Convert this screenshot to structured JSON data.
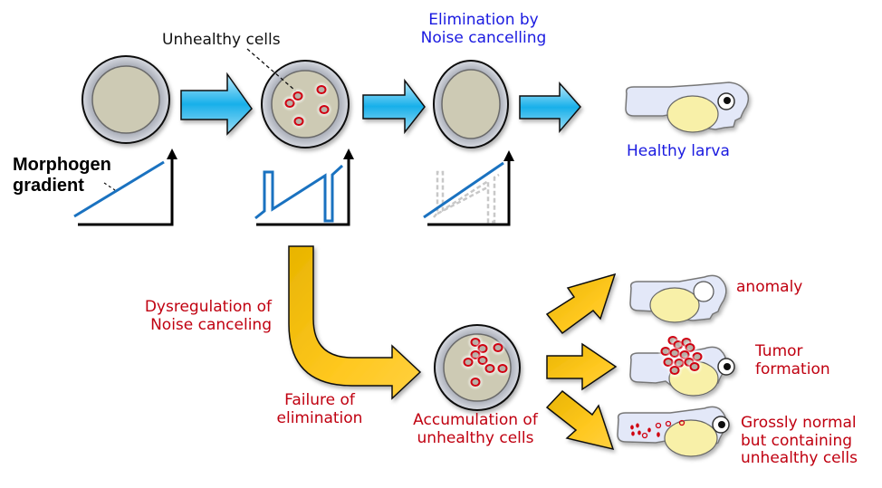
{
  "labels": {
    "unhealthy_cells": "Unhealthy cells",
    "elimination_line1": "Elimination by",
    "elimination_line2": "Noise cancelling",
    "morphogen_line1": "Morphogen",
    "morphogen_line2": "gradient",
    "healthy_larva": "Healthy larva",
    "dysregulation_line1": "Dysregulation of",
    "dysregulation_line2": "Noise canceling",
    "failure_line1": "Failure of",
    "failure_line2": "elimination",
    "accumulation_line1": "Accumulation of",
    "accumulation_line2": "unhealthy cells",
    "anomaly": "anomaly",
    "tumor_line1": "Tumor",
    "tumor_line2": "formation",
    "grossly_line1": "Grossly normal",
    "grossly_line2": "but containing",
    "grossly_line3": "unhealthy cells"
  },
  "colors": {
    "blue_text": "#1a1ae0",
    "red_text": "#c00010",
    "blue_arrow": "#27b4e8",
    "yellow_arrow": "#f7b500",
    "embryo_fill": "#cdcab4",
    "larva_fill": "#e3e8f8",
    "yolk_fill": "#f8f0a8",
    "gradient_line": "#1a72c0"
  }
}
